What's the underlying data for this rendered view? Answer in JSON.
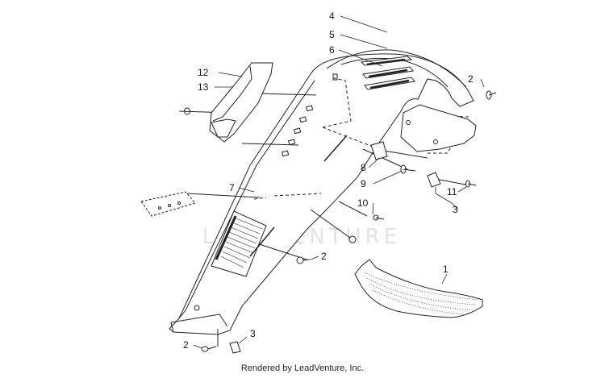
{
  "watermark": "LEADVENTURE",
  "footer": "Rendered by LeadVenture, Inc.",
  "callouts": {
    "c1": "1",
    "c2a": "2",
    "c2b": "2",
    "c2c": "2",
    "c3a": "3",
    "c3b": "3",
    "c4": "4",
    "c5": "5",
    "c6": "6",
    "c7": "7",
    "c8": "8",
    "c9": "9",
    "c10": "10",
    "c11": "11",
    "c12": "12",
    "c13": "13"
  }
}
